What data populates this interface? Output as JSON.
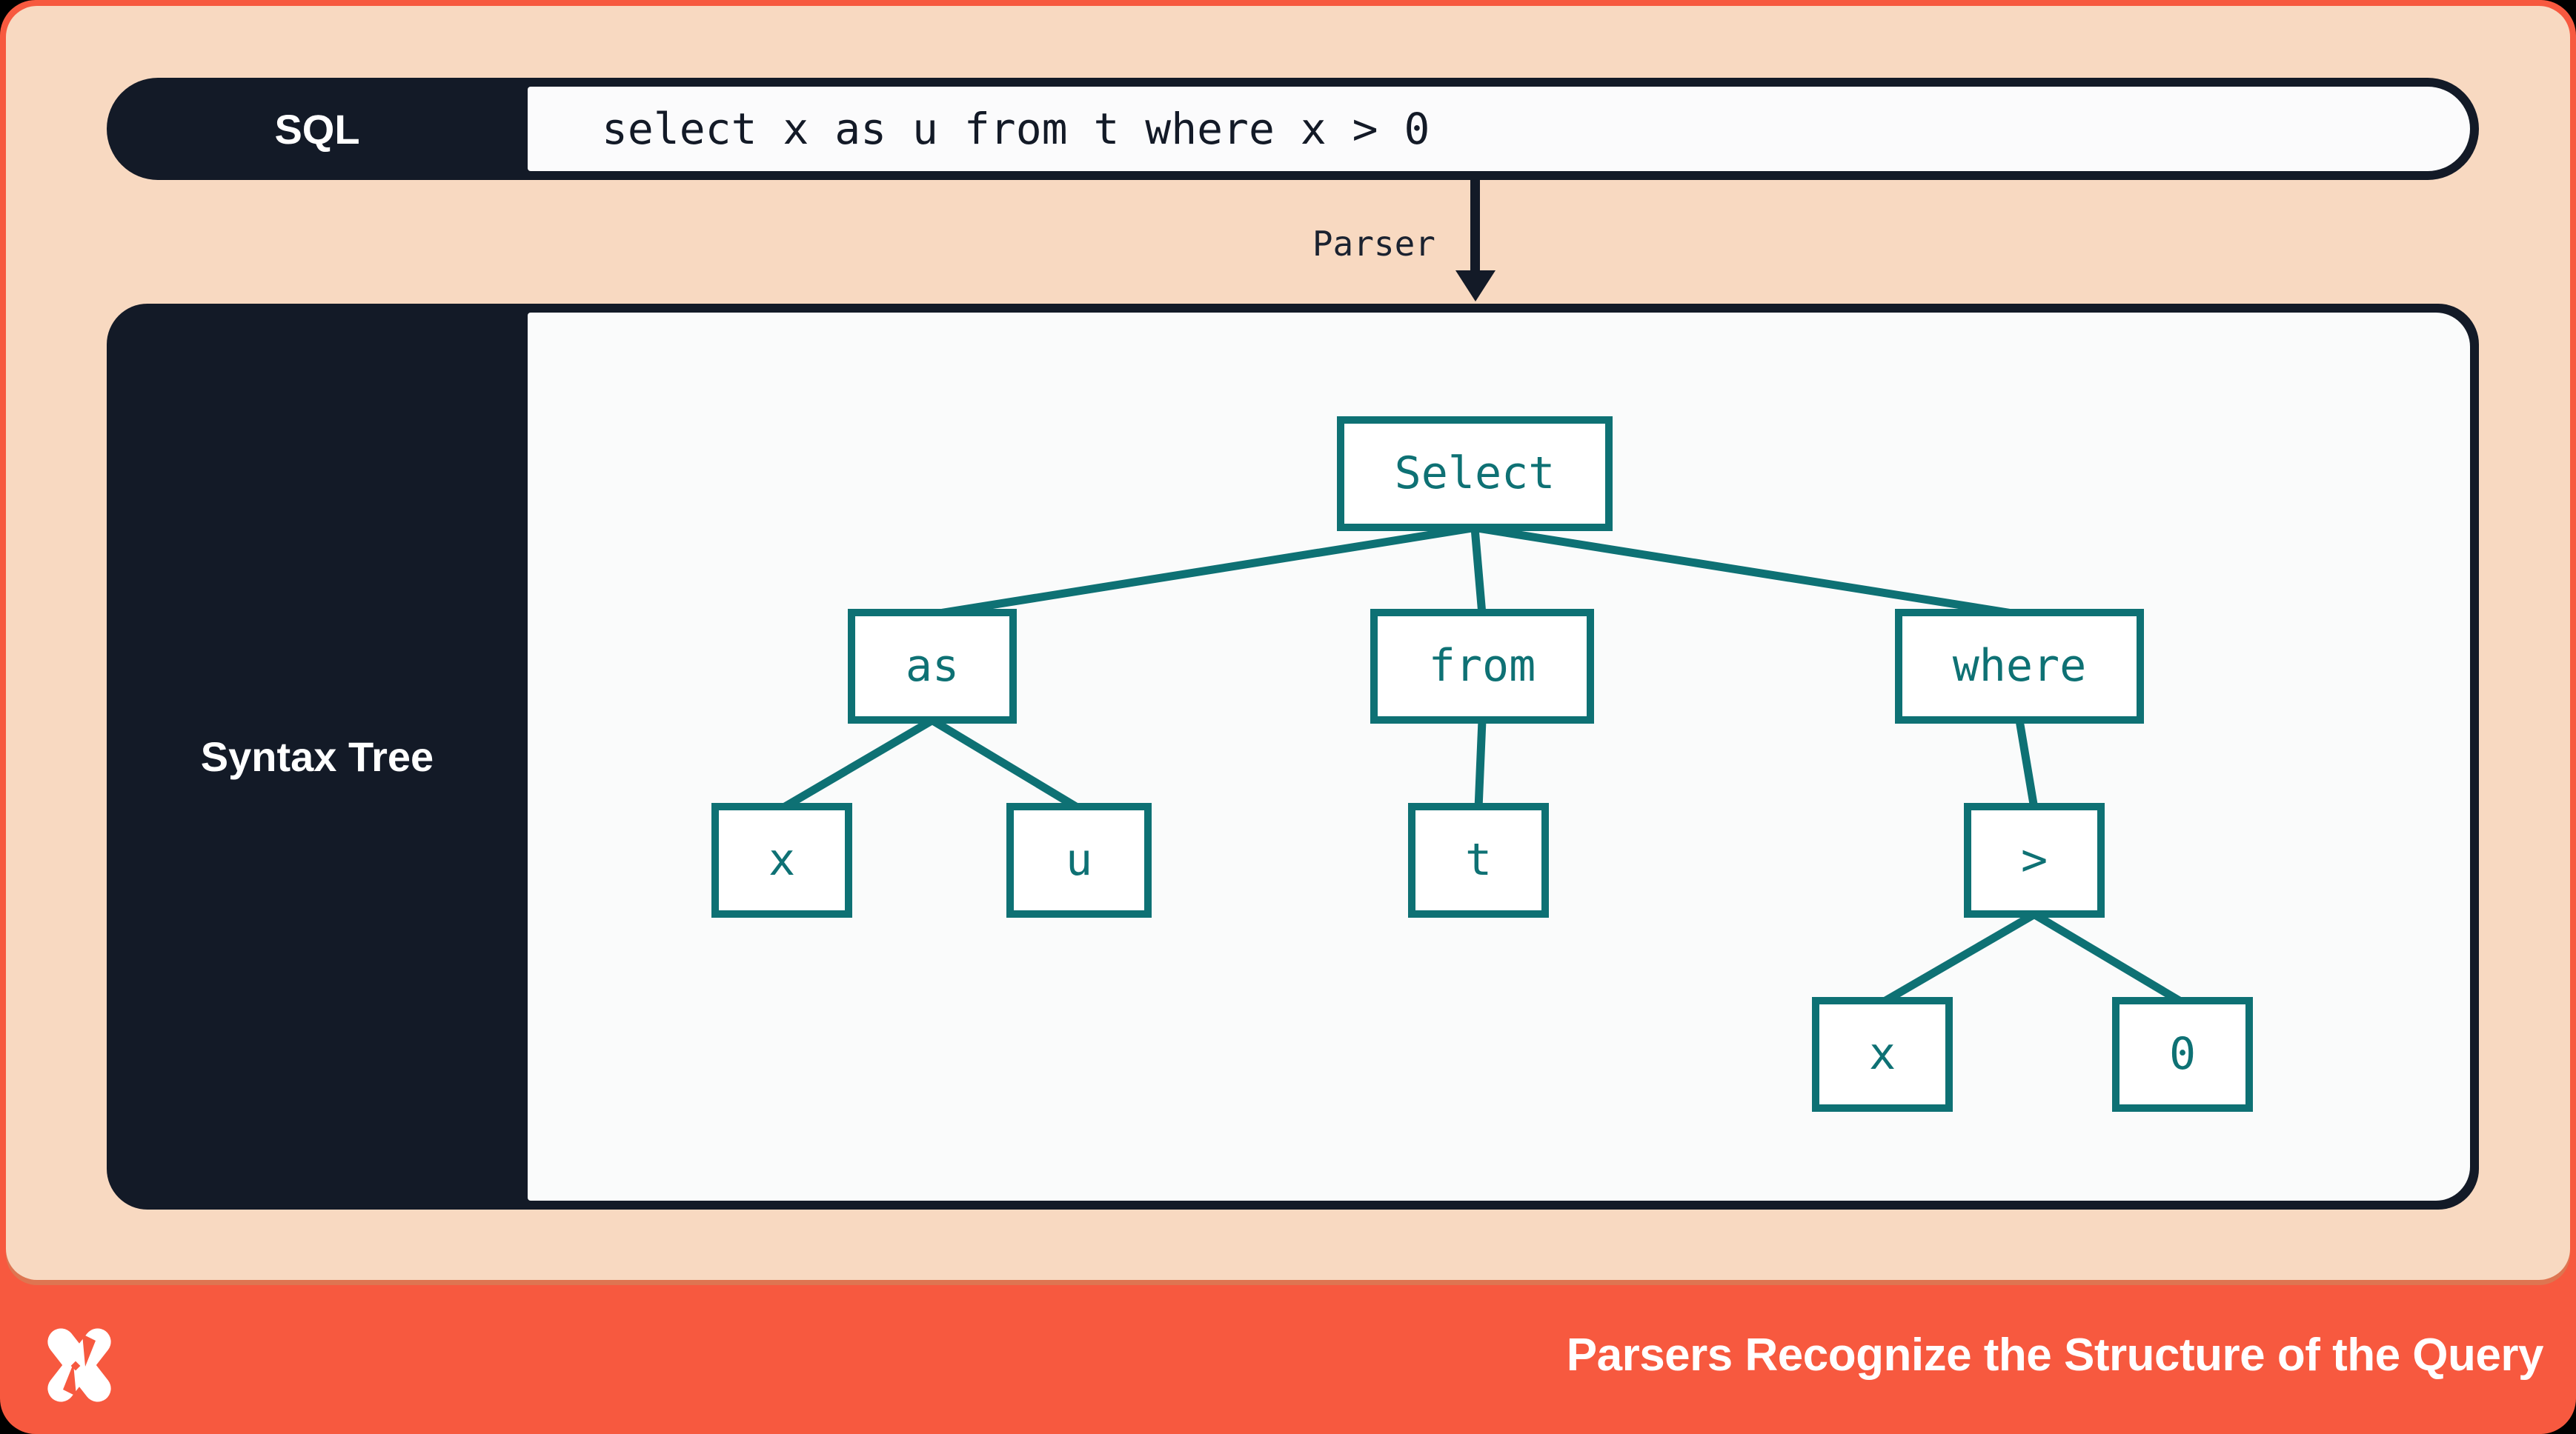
{
  "colors": {
    "accent_red": "#f7593f",
    "peach": "#f8d9c1",
    "navy": "#131a27",
    "teal": "#0e7174",
    "panel_white": "#fafbfb"
  },
  "sql_bar": {
    "label": "SQL",
    "code": "select x as u from t where x > 0"
  },
  "parser_arrow": {
    "label": "Parser"
  },
  "syntax_tree": {
    "label": "Syntax Tree",
    "nodes": [
      {
        "id": "select",
        "label": "Select"
      },
      {
        "id": "as",
        "label": "as"
      },
      {
        "id": "from",
        "label": "from"
      },
      {
        "id": "where",
        "label": "where"
      },
      {
        "id": "x1",
        "label": "x"
      },
      {
        "id": "u",
        "label": "u"
      },
      {
        "id": "t",
        "label": "t"
      },
      {
        "id": "gt",
        "label": ">"
      },
      {
        "id": "x2",
        "label": "x"
      },
      {
        "id": "zero",
        "label": "0"
      }
    ],
    "edges": [
      [
        "select",
        "as"
      ],
      [
        "select",
        "from"
      ],
      [
        "select",
        "where"
      ],
      [
        "as",
        "x1"
      ],
      [
        "as",
        "u"
      ],
      [
        "from",
        "t"
      ],
      [
        "where",
        "gt"
      ],
      [
        "gt",
        "x2"
      ],
      [
        "gt",
        "zero"
      ]
    ]
  },
  "footer": {
    "title": "Parsers Recognize the Structure of the Query",
    "logo": "dolt-pinwheel-logo"
  }
}
